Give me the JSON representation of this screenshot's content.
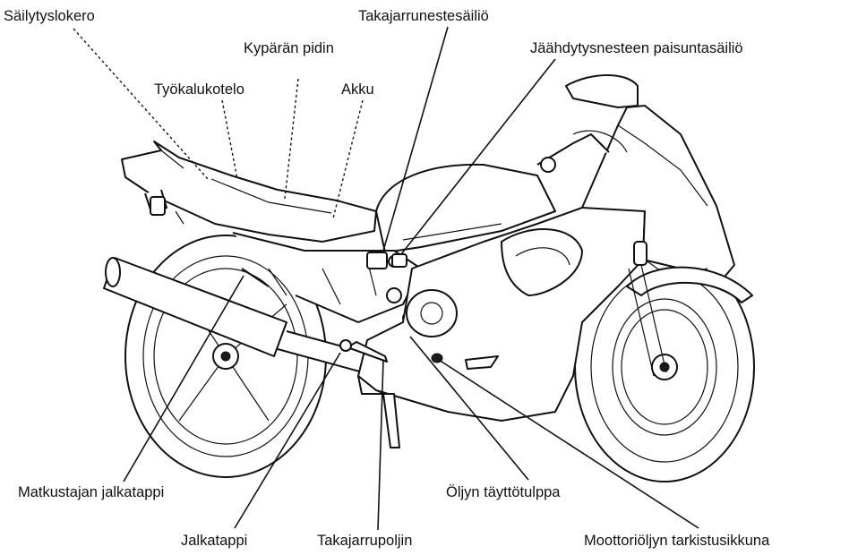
{
  "labels": {
    "storage": "Säilytyslokero",
    "helmet": "Kypärän pidin",
    "toolcase": "Työkalukotelo",
    "battery": "Akku",
    "rear_brake_reservoir": "Takajarrunestesäiliö",
    "coolant_reservoir": "Jäähdytysnesteen paisuntasäiliö",
    "passenger_peg": "Matkustajan jalkatappi",
    "oil_cap": "Öljyn täyttötulppa",
    "footpeg": "Jalkatappi",
    "brake_pedal": "Takajarrupoljin",
    "oil_window": "Moottoriöljyn tarkistusikkuna"
  }
}
